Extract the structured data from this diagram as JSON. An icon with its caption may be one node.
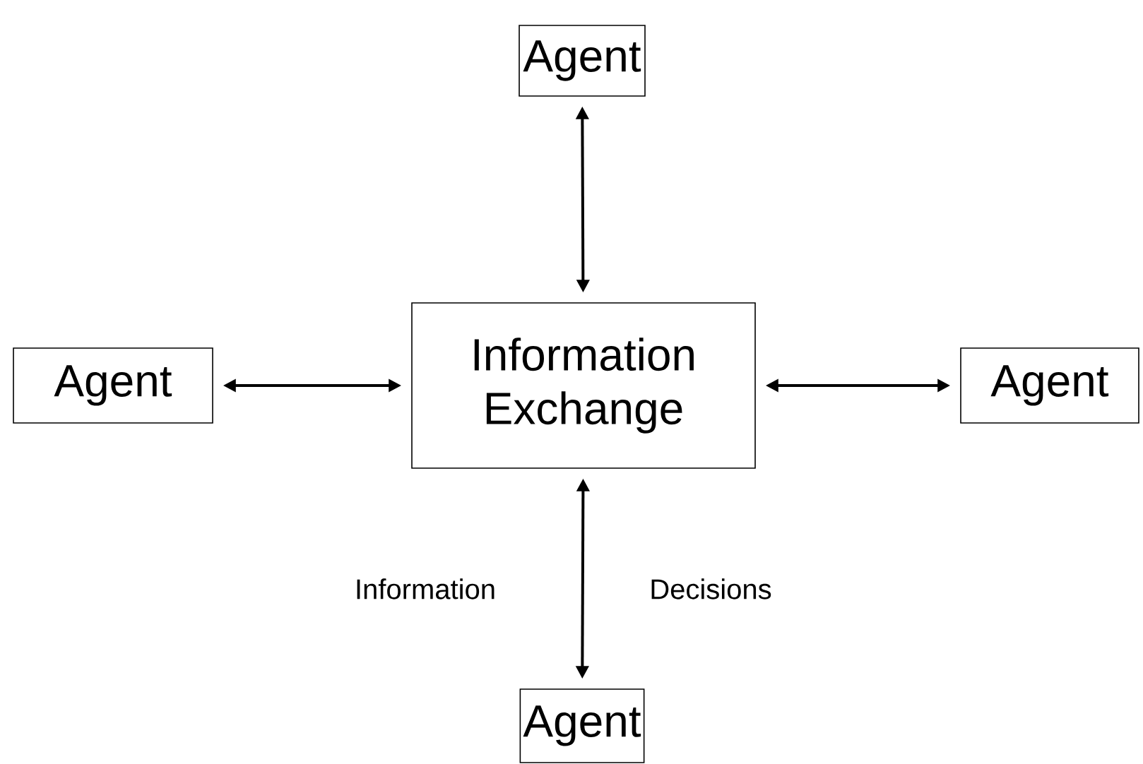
{
  "diagram": {
    "nodes": [
      {
        "text": [
          "Information Exchange"
        ]
      },
      {
        "text": [
          "Agent"
        ]
      },
      {
        "text": [
          "Agent"
        ]
      },
      {
        "text": [
          "Agent"
        ]
      },
      {
        "text": [
          "Agent"
        ]
      }
    ],
    "edges": [
      {
        "from": 0,
        "to": 1,
        "arrow": "both"
      },
      {
        "from": 2,
        "to": 0,
        "arrow": "both"
      },
      {
        "from": 0,
        "to": 3,
        "arrow": "both"
      },
      {
        "from": 0,
        "to": 4,
        "arrow": "both"
      }
    ],
    "labels": [
      "Information",
      "Decisions"
    ]
  }
}
